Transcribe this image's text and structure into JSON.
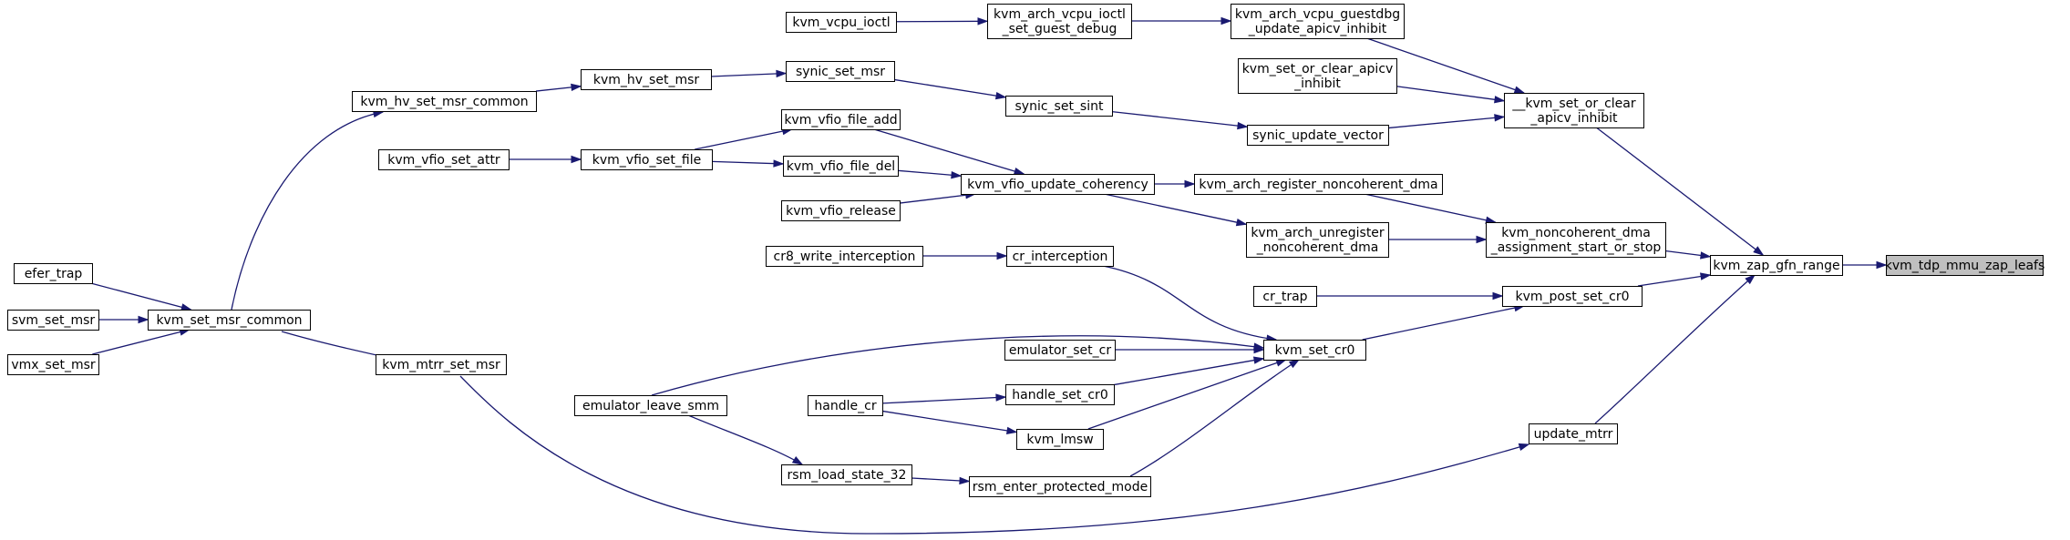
{
  "graph_title": "",
  "colors": {
    "edge": "#191970",
    "node_border": "#000000",
    "node_fill": "#ffffff",
    "current_fill": "#bfbfbf"
  },
  "nodes": {
    "tdp": {
      "lines": [
        "kvm_tdp_mmu_zap_leafs"
      ],
      "current": true
    },
    "zap_gfn": {
      "lines": [
        "kvm_zap_gfn_range"
      ]
    },
    "set_or_clear_inhibit": {
      "lines": [
        "__kvm_set_or_clear",
        "_apicv_inhibit"
      ]
    },
    "noncoherent": {
      "lines": [
        "kvm_noncoherent_dma",
        "_assignment_start_or_stop"
      ]
    },
    "post_set_cr0": {
      "lines": [
        "kvm_post_set_cr0"
      ]
    },
    "update_mtrr": {
      "lines": [
        "update_mtrr"
      ]
    },
    "guestdbg": {
      "lines": [
        "kvm_arch_vcpu_guestdbg",
        "_update_apicv_inhibit"
      ]
    },
    "set_or_clear_apicv": {
      "lines": [
        "kvm_set_or_clear_apicv",
        "_inhibit"
      ]
    },
    "synic_update_vector": {
      "lines": [
        "synic_update_vector"
      ]
    },
    "register_nc": {
      "lines": [
        "kvm_arch_register_noncoherent_dma"
      ]
    },
    "unregister_nc": {
      "lines": [
        "kvm_arch_unregister",
        "_noncoherent_dma"
      ]
    },
    "cr_trap": {
      "lines": [
        "cr_trap"
      ]
    },
    "kvm_set_cr0": {
      "lines": [
        "kvm_set_cr0"
      ]
    },
    "mtrr_set_msr": {
      "lines": [
        "kvm_mtrr_set_msr"
      ]
    },
    "ioctl_set_guest_debug": {
      "lines": [
        "kvm_arch_vcpu_ioctl",
        "_set_guest_debug"
      ]
    },
    "synic_set_sint": {
      "lines": [
        "synic_set_sint"
      ]
    },
    "vfio_update_coherency": {
      "lines": [
        "kvm_vfio_update_coherency"
      ]
    },
    "cr_interception": {
      "lines": [
        "cr_interception"
      ]
    },
    "emulator_set_cr": {
      "lines": [
        "emulator_set_cr"
      ]
    },
    "handle_set_cr0": {
      "lines": [
        "handle_set_cr0"
      ]
    },
    "kvm_lmsw": {
      "lines": [
        "kvm_lmsw"
      ]
    },
    "rsm_enter_pm": {
      "lines": [
        "rsm_enter_protected_mode"
      ]
    },
    "emulator_leave_smm": {
      "lines": [
        "emulator_leave_smm"
      ]
    },
    "vcpu_ioctl": {
      "lines": [
        "kvm_vcpu_ioctl"
      ]
    },
    "synic_set_msr": {
      "lines": [
        "synic_set_msr"
      ]
    },
    "vfio_file_add": {
      "lines": [
        "kvm_vfio_file_add"
      ]
    },
    "vfio_file_del": {
      "lines": [
        "kvm_vfio_file_del"
      ]
    },
    "vfio_release": {
      "lines": [
        "kvm_vfio_release"
      ]
    },
    "cr8_write": {
      "lines": [
        "cr8_write_interception"
      ]
    },
    "handle_cr": {
      "lines": [
        "handle_cr"
      ]
    },
    "rsm_load_state_32": {
      "lines": [
        "rsm_load_state_32"
      ]
    },
    "hv_set_msr": {
      "lines": [
        "kvm_hv_set_msr"
      ]
    },
    "vfio_set_file": {
      "lines": [
        "kvm_vfio_set_file"
      ]
    },
    "hv_set_msr_common": {
      "lines": [
        "kvm_hv_set_msr_common"
      ]
    },
    "vfio_set_attr": {
      "lines": [
        "kvm_vfio_set_attr"
      ]
    },
    "set_msr_common": {
      "lines": [
        "kvm_set_msr_common"
      ]
    },
    "efer_trap": {
      "lines": [
        "efer_trap"
      ]
    },
    "svm_set_msr": {
      "lines": [
        "svm_set_msr"
      ]
    },
    "vmx_set_msr": {
      "lines": [
        "vmx_set_msr"
      ]
    }
  },
  "edges": [
    [
      "zap_gfn",
      "tdp"
    ],
    [
      "set_or_clear_inhibit",
      "zap_gfn"
    ],
    [
      "noncoherent",
      "zap_gfn"
    ],
    [
      "post_set_cr0",
      "zap_gfn"
    ],
    [
      "update_mtrr",
      "zap_gfn"
    ],
    [
      "guestdbg",
      "set_or_clear_inhibit"
    ],
    [
      "set_or_clear_apicv",
      "set_or_clear_inhibit"
    ],
    [
      "synic_update_vector",
      "set_or_clear_inhibit"
    ],
    [
      "register_nc",
      "noncoherent"
    ],
    [
      "unregister_nc",
      "noncoherent"
    ],
    [
      "cr_trap",
      "post_set_cr0"
    ],
    [
      "kvm_set_cr0",
      "post_set_cr0"
    ],
    [
      "mtrr_set_msr",
      "update_mtrr"
    ],
    [
      "ioctl_set_guest_debug",
      "guestdbg"
    ],
    [
      "synic_set_sint",
      "synic_update_vector"
    ],
    [
      "vfio_update_coherency",
      "register_nc"
    ],
    [
      "vfio_update_coherency",
      "unregister_nc"
    ],
    [
      "cr_interception",
      "kvm_set_cr0"
    ],
    [
      "emulator_set_cr",
      "kvm_set_cr0"
    ],
    [
      "handle_set_cr0",
      "kvm_set_cr0"
    ],
    [
      "kvm_lmsw",
      "kvm_set_cr0"
    ],
    [
      "rsm_enter_pm",
      "kvm_set_cr0"
    ],
    [
      "emulator_leave_smm",
      "kvm_set_cr0"
    ],
    [
      "set_msr_common",
      "mtrr_set_msr"
    ],
    [
      "vcpu_ioctl",
      "ioctl_set_guest_debug"
    ],
    [
      "synic_set_msr",
      "synic_set_sint"
    ],
    [
      "vfio_file_add",
      "vfio_update_coherency"
    ],
    [
      "vfio_file_del",
      "vfio_update_coherency"
    ],
    [
      "vfio_release",
      "vfio_update_coherency"
    ],
    [
      "cr8_write",
      "cr_interception"
    ],
    [
      "handle_cr",
      "handle_set_cr0"
    ],
    [
      "handle_cr",
      "kvm_lmsw"
    ],
    [
      "rsm_load_state_32",
      "rsm_enter_pm"
    ],
    [
      "emulator_leave_smm",
      "rsm_load_state_32"
    ],
    [
      "hv_set_msr",
      "synic_set_msr"
    ],
    [
      "vfio_set_file",
      "vfio_file_add"
    ],
    [
      "vfio_set_file",
      "vfio_file_del"
    ],
    [
      "hv_set_msr_common",
      "hv_set_msr"
    ],
    [
      "vfio_set_attr",
      "vfio_set_file"
    ],
    [
      "set_msr_common",
      "hv_set_msr_common"
    ],
    [
      "efer_trap",
      "set_msr_common"
    ],
    [
      "svm_set_msr",
      "set_msr_common"
    ],
    [
      "vmx_set_msr",
      "set_msr_common"
    ]
  ]
}
